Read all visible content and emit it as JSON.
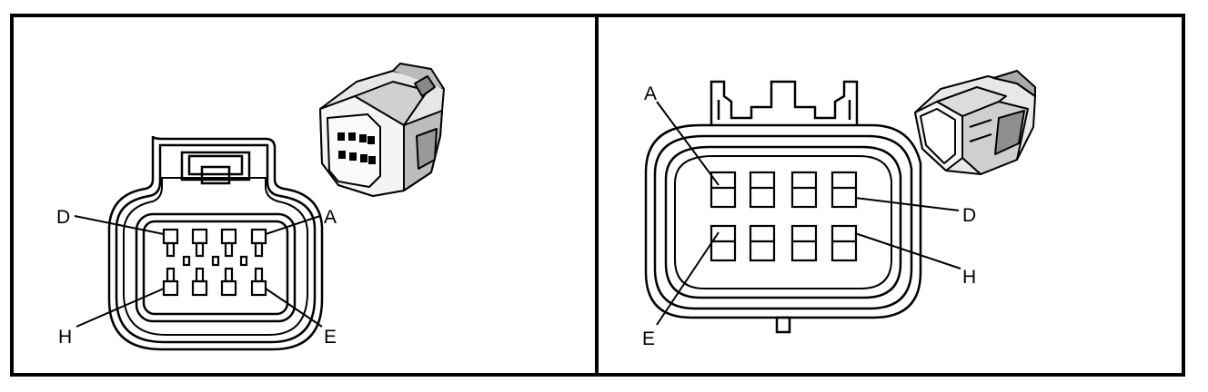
{
  "colors": {
    "ink": "#000000",
    "paper": "#ffffff"
  },
  "left_panel": {
    "view": "female-connector-face",
    "thumbnail": "connector-body-illustration",
    "labels": {
      "a": "A",
      "d": "D",
      "e": "E",
      "h": "H"
    }
  },
  "right_panel": {
    "view": "male-connector-face",
    "thumbnail": "connector-body-illustration",
    "labels": {
      "a": "A",
      "d": "D",
      "e": "E",
      "h": "H"
    }
  }
}
